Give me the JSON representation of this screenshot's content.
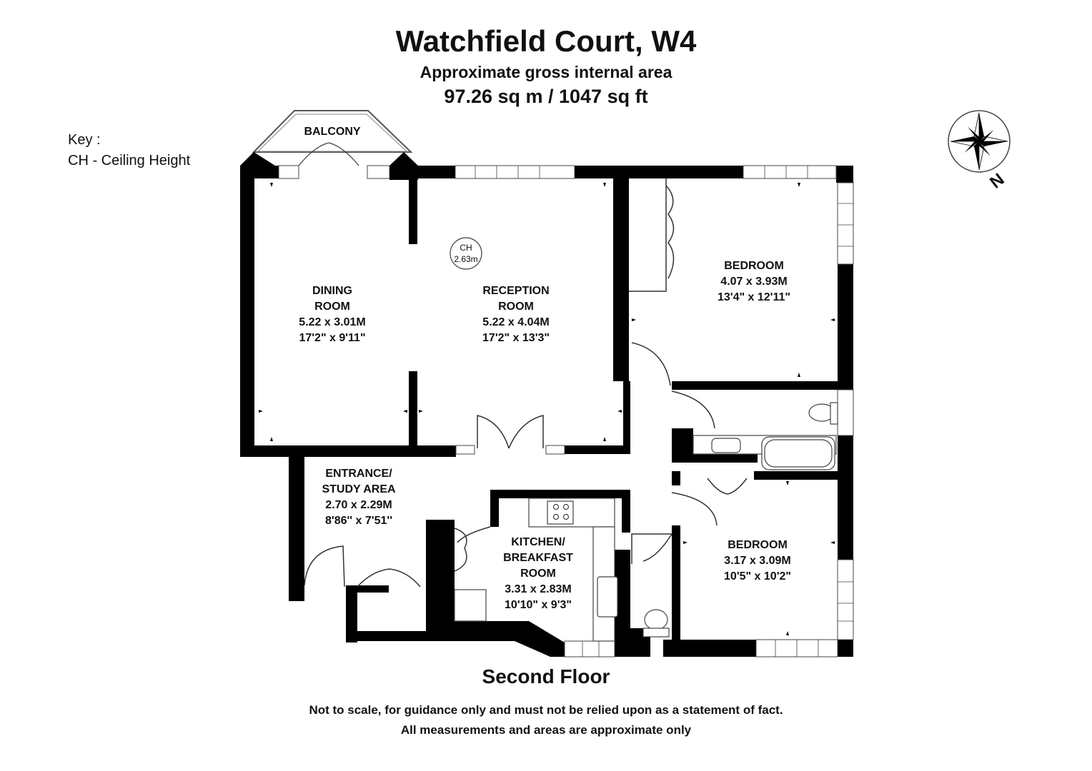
{
  "header": {
    "title": "Watchfield Court, W4",
    "subtitle": "Approximate gross internal area",
    "area": "97.26 sq m /  1047 sq ft"
  },
  "key": {
    "heading": "Key :",
    "entry": "CH - Ceiling Height"
  },
  "ceiling": {
    "label": "CH",
    "value": "2.63m"
  },
  "rooms": {
    "balcony": {
      "name": "BALCONY"
    },
    "dining": {
      "name1": "DINING",
      "name2": "ROOM",
      "metric": "5.22 x 3.01M",
      "imperial": "17'2\" x 9'11\""
    },
    "reception": {
      "name1": "RECEPTION",
      "name2": "ROOM",
      "metric": "5.22 x 4.04M",
      "imperial": "17'2\" x 13'3\""
    },
    "bedroom1": {
      "name": "BEDROOM",
      "metric": "4.07 x 3.93M",
      "imperial": "13'4\" x 12'11\""
    },
    "entrance": {
      "name1": "ENTRANCE/",
      "name2": "STUDY AREA",
      "metric": "2.70 x 2.29M",
      "imperial": "8'86'' x 7'51''"
    },
    "kitchen": {
      "name1": "KITCHEN/",
      "name2": "BREAKFAST",
      "name3": "ROOM",
      "metric": "3.31 x 2.83M",
      "imperial": "10'10\" x 9'3\""
    },
    "bedroom2": {
      "name": "BEDROOM",
      "metric": "3.17 x 3.09M",
      "imperial": "10'5\" x 10'2\""
    }
  },
  "compass": {
    "letter": "N"
  },
  "footer": {
    "floor": "Second Floor",
    "disclaimer1": "Not to scale, for guidance only and must not be relied upon as a statement of fact.",
    "disclaimer2": "All measurements and areas are approximate only"
  }
}
